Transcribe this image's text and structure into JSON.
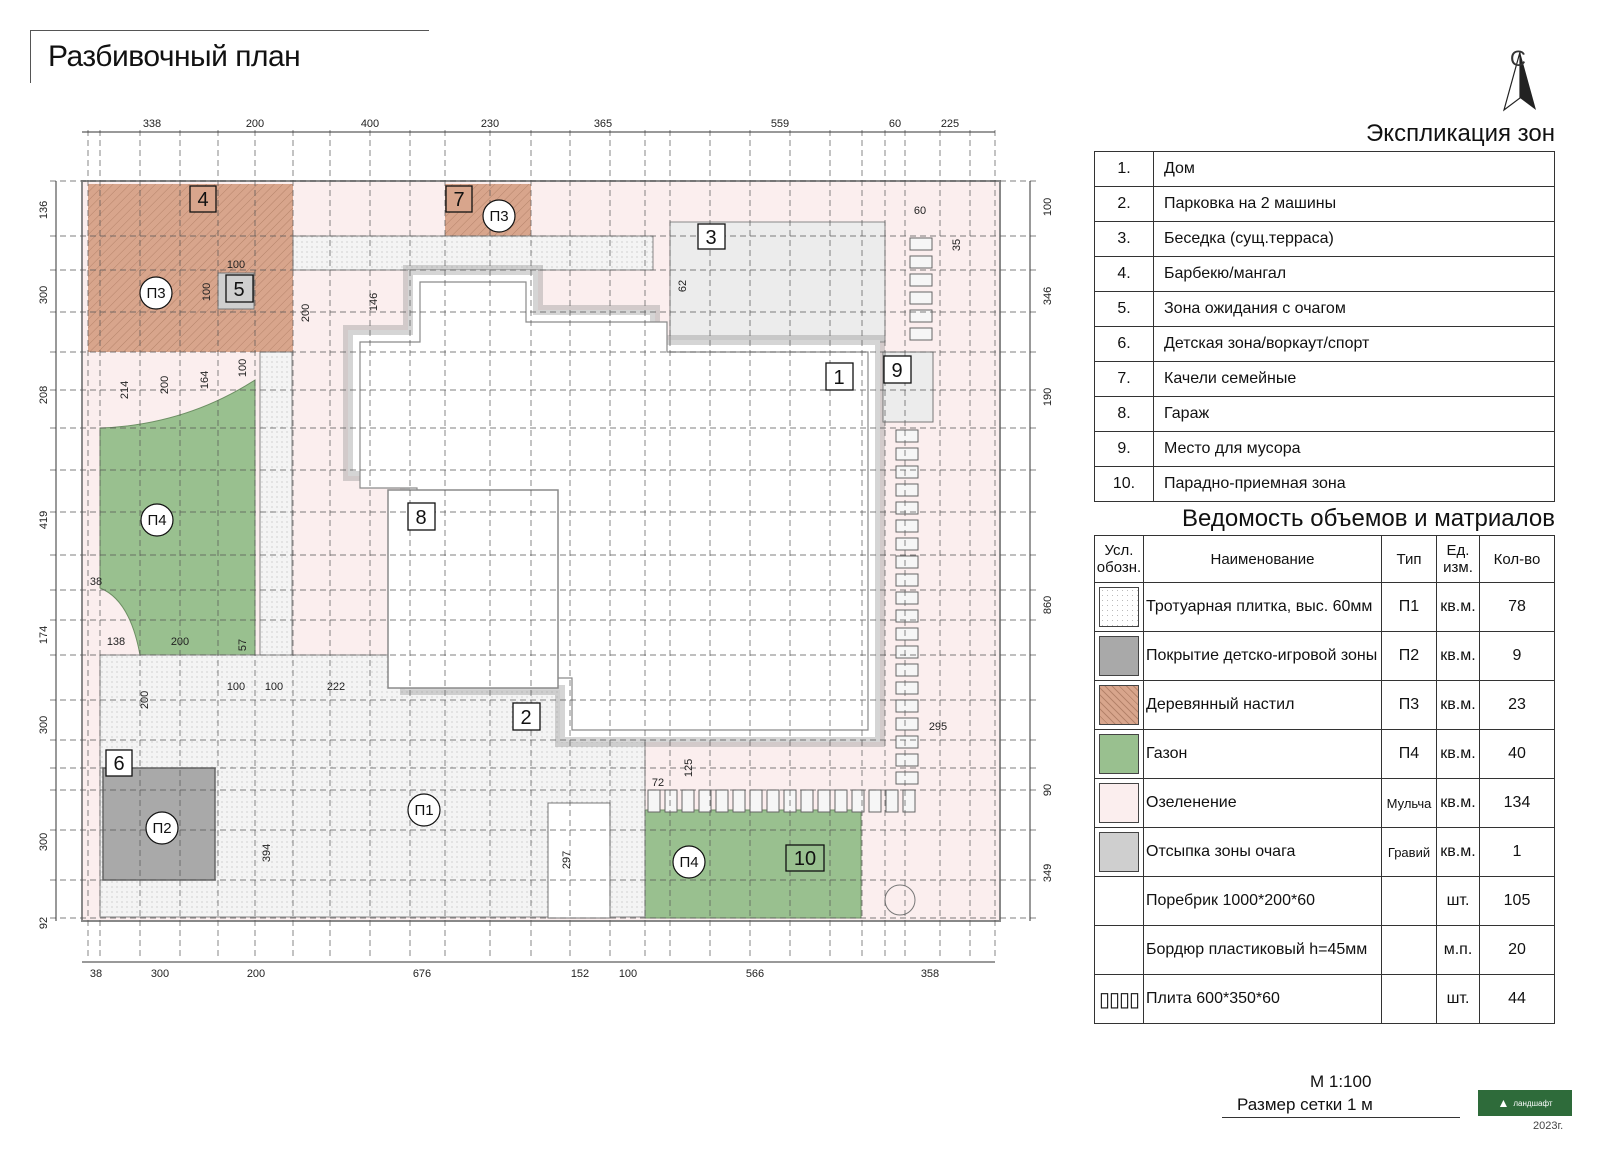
{
  "page_title": "Разбивочный план",
  "north_label": "С",
  "explication": {
    "title": "Экспликация зон",
    "rows": [
      {
        "num": "1.",
        "name": "Дом"
      },
      {
        "num": "2.",
        "name": "Парковка на 2 машины"
      },
      {
        "num": "3.",
        "name": "Беседка (сущ.терраса)"
      },
      {
        "num": "4.",
        "name": "Барбекю/мангал"
      },
      {
        "num": "5.",
        "name": "Зона ожидания с очагом"
      },
      {
        "num": "6.",
        "name": "Детская зона/воркаут/спорт"
      },
      {
        "num": "7.",
        "name": "Качели семейные"
      },
      {
        "num": "8.",
        "name": "Гараж"
      },
      {
        "num": "9.",
        "name": "Место для мусора"
      },
      {
        "num": "10.",
        "name": "Парадно-приемная зона"
      }
    ]
  },
  "volumes": {
    "title": "Ведомость объемов и матриалов",
    "headers": {
      "symbol": "Усл. обозн.",
      "name": "Наименование",
      "type": "Тип",
      "unit": "Ед. изм.",
      "qty": "Кол-во"
    },
    "rows": [
      {
        "swatch": "tile",
        "name": "Тротуарная плитка, выс. 60мм",
        "type": "П1",
        "unit": "кв.м.",
        "qty": "78"
      },
      {
        "swatch": "grey",
        "name": "Покрытие детско-игровой зоны",
        "type": "П2",
        "unit": "кв.м.",
        "qty": "9"
      },
      {
        "swatch": "wood",
        "name": "Деревянный настил",
        "type": "П3",
        "unit": "кв.м.",
        "qty": "23"
      },
      {
        "swatch": "lawn",
        "name": "Газон",
        "type": "П4",
        "unit": "кв.м.",
        "qty": "40"
      },
      {
        "swatch": "pink",
        "name": "Озеленение",
        "type": "Мульча",
        "unit": "кв.м.",
        "qty": "134"
      },
      {
        "swatch": "gravel",
        "name": "Отсыпка зоны очага",
        "type": "Гравий",
        "unit": "кв.м.",
        "qty": "1"
      },
      {
        "swatch": "none",
        "name": "Поребрик 1000*200*60",
        "type": "",
        "unit": "шт.",
        "qty": "105"
      },
      {
        "swatch": "none",
        "name": "Бордюр пластиковый h=45мм",
        "type": "",
        "unit": "м.п.",
        "qty": "20"
      },
      {
        "swatch": "slabs",
        "name": "Плита  600*350*60",
        "type": "",
        "unit": "шт.",
        "qty": "44"
      }
    ]
  },
  "colors": {
    "tile": "#ffffff",
    "grey": "#a9a9a9",
    "wood": "#d8a58c",
    "lawn": "#99c08f",
    "pink": "#fbeeee",
    "gravel": "#cfcfcf",
    "outline": "#7a7a7a",
    "grid": "#555555"
  },
  "plan": {
    "top_dims": [
      "338",
      "200",
      "400",
      "230",
      "365",
      "559",
      "60",
      "225"
    ],
    "bottom_dims": [
      "38",
      "300",
      "200",
      "676",
      "152",
      "100",
      "566",
      "358"
    ],
    "left_dims": [
      "136",
      "300",
      "208",
      "419",
      "174",
      "300",
      "300",
      "92"
    ],
    "right_dims": [
      "100",
      "346",
      "190",
      "860",
      "90",
      "349"
    ],
    "zone_labels": [
      "1",
      "2",
      "3",
      "4",
      "5",
      "6",
      "7",
      "8",
      "9",
      "10"
    ],
    "material_tags": [
      "П3",
      "П3",
      "П4",
      "П2",
      "П1",
      "П4"
    ],
    "inner_dims": [
      "100",
      "100",
      "200",
      "146",
      "62",
      "60",
      "35",
      "214",
      "200",
      "164",
      "100",
      "38",
      "138",
      "200",
      "57",
      "200",
      "100",
      "100",
      "222",
      "394",
      "297",
      "72",
      "125",
      "295"
    ]
  },
  "scale": {
    "ratio": "М 1:100",
    "grid": "Размер сетки  1 м"
  },
  "logo_text": "ландшафт",
  "year": "2023г."
}
